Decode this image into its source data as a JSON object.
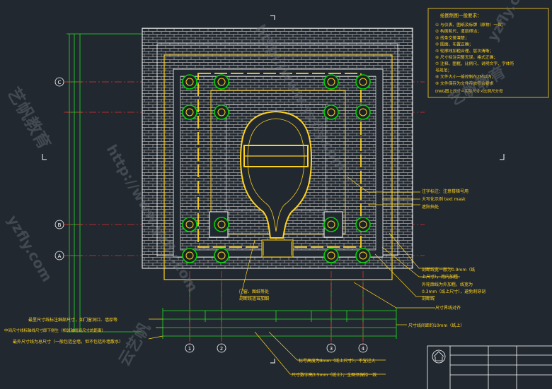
{
  "colors": {
    "background": "#212830",
    "wall": "#b4b4b4",
    "hatch": "#a8a8a8",
    "outline": "#ffffff",
    "frame": "#ffd21e",
    "inner_room": "#ffd21e",
    "column_fill": "#1c2228",
    "column_ring": "#00d200",
    "axis": "#e03030",
    "dimension": "#20e020",
    "note_text": "#ffd21e",
    "leader": "#ffd21e"
  },
  "notes": {
    "title": "绘图制图一般要求：",
    "items": [
      "① 与仪表、图纸及标牌（原物）一致；",
      "② 构面和尺、道层得当；",
      "③ 线条交接清楚；",
      "④ 图面、布置正确；",
      "⑤ 轮廓线加粗合理、层次清晰；",
      "⑥ 尺寸标注完整无误，格式正确；",
      "⑦ 注释、图框、比例尺、说明文字、字体符",
      "    号规范；",
      "⑧ 文件大小一般控制在2M以内；",
      "⑨ 文件保存为文件存放符合要求"
    ],
    "footer": "DWG图上尺寸＝实际尺寸×比例尺分母"
  },
  "axes": {
    "rows": [
      "C",
      "B",
      "A"
    ],
    "cols": [
      "1",
      "2",
      "3",
      "4"
    ]
  },
  "annotations": {
    "text_note": [
      "注字标注：注意楼梯号用",
      "大写化示例 text mask",
      "遮阳挡处"
    ],
    "wall_thickness": [
      "剖断线宽一般为0.9mm（纸",
      "上尺寸），用内加粗"
    ],
    "outline_thickness": [
      "外轮廓线为外加粗，线宽为",
      "0.3mm（纸上尺寸），避免刺穿剖"
    ],
    "hatch": "剖断线",
    "door_window": [
      "门窗、图纸等处",
      "剖断线适当加细"
    ],
    "dim_align": "尺寸界线对齐",
    "dim_gap": "尺寸线间距约10mm（纸上）",
    "dim_large": "最里尺寸线标注细部尺寸，如门窗洞口、墙厚等",
    "dim_mid": "中间尺寸线标轴线尺寸即下侧生（相邻轴线间尺寸的距离）",
    "dim_outer": "最外尺寸线为总尺寸（一般包括全墙，但不包括外墙散水）",
    "text_height": "标号高度为8mm（纸上尺寸），不宜过大",
    "arrow_size": "尺寸数字高3.5mm（纸上），全图须保持一致"
  },
  "watermarks": {
    "url1": "http://www.yzfly.com",
    "url2": "http://www.yzfly.com",
    "brand1": "艺帆教育",
    "brand2": "艺帆教育",
    "brand3": "云艺帆",
    "url3": "yzfly.com",
    "url4": "yzfly.com"
  }
}
